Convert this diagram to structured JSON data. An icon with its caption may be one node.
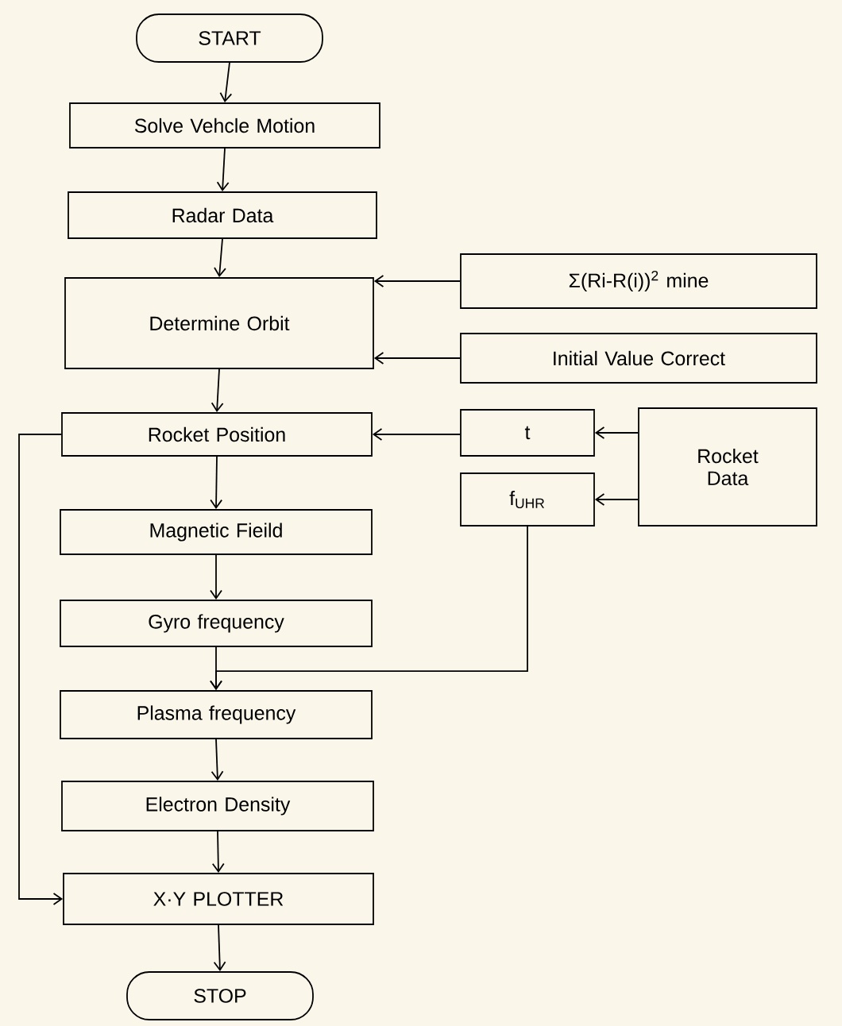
{
  "diagram": {
    "nodes": [
      {
        "text": [
          "START"
        ]
      },
      {
        "text": [
          "Solve Vehcle Motion"
        ]
      },
      {
        "text": [
          "Radar Data"
        ]
      },
      {
        "text": [
          "Determine Orbit"
        ]
      },
      {
        "text": [
          "Σ(Ri-R(i))$^{2}$ mine"
        ]
      },
      {
        "text": [
          "Initial Value Correct"
        ]
      },
      {
        "text": [
          "Rocket Position"
        ]
      },
      {
        "text": [
          "t"
        ]
      },
      {
        "text": [
          "Rocket Data"
        ]
      },
      {
        "text": [
          "f$_{UHR}$"
        ]
      },
      {
        "text": [
          "Magnetic Fieild"
        ]
      },
      {
        "text": [
          "Gyro frequency"
        ]
      },
      {
        "text": [
          "Plasma frequency"
        ]
      },
      {
        "text": [
          "Electron Density"
        ]
      },
      {
        "text": [
          "X·Y PLOTTER"
        ]
      },
      {
        "text": [
          "STOP"
        ]
      }
    ],
    "edges": [
      {
        "from": 0,
        "to": 1,
        "arrow": "to"
      },
      {
        "from": 1,
        "to": 2,
        "arrow": "to"
      },
      {
        "from": 2,
        "to": 3,
        "arrow": "to"
      },
      {
        "from": 4,
        "to": 3,
        "arrow": "to"
      },
      {
        "from": 5,
        "to": 3,
        "arrow": "to"
      },
      {
        "from": 3,
        "to": 6,
        "arrow": "to"
      },
      {
        "from": 7,
        "to": 6,
        "arrow": "to"
      },
      {
        "from": 8,
        "to": 7,
        "arrow": "to"
      },
      {
        "from": 8,
        "to": 9,
        "arrow": "to"
      },
      {
        "from": 6,
        "to": 10,
        "arrow": "to"
      },
      {
        "from": 10,
        "to": 11,
        "arrow": "to"
      },
      {
        "from": 11,
        "to": 12,
        "arrow": "to"
      },
      {
        "from": 9,
        "to": 12,
        "arrow": "to"
      },
      {
        "from": 12,
        "to": 13,
        "arrow": "to"
      },
      {
        "from": 13,
        "to": 14,
        "arrow": "to"
      },
      {
        "from": 6,
        "to": 14,
        "arrow": "to"
      },
      {
        "from": 14,
        "to": 15,
        "arrow": "to"
      }
    ]
  }
}
